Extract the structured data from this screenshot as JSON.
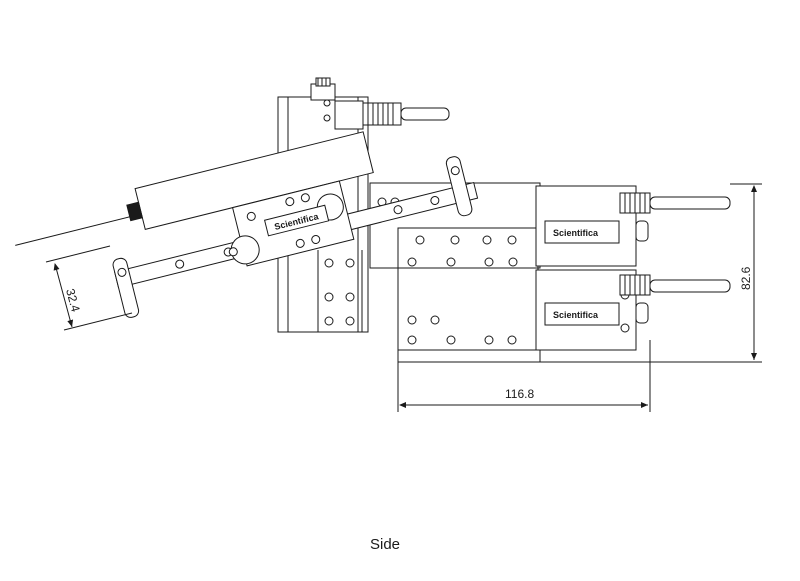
{
  "view_label": "Side",
  "brand_text": "Scientifica",
  "dimensions": {
    "width": "116.8",
    "height": "82.6",
    "angled_offset": "32.4"
  }
}
